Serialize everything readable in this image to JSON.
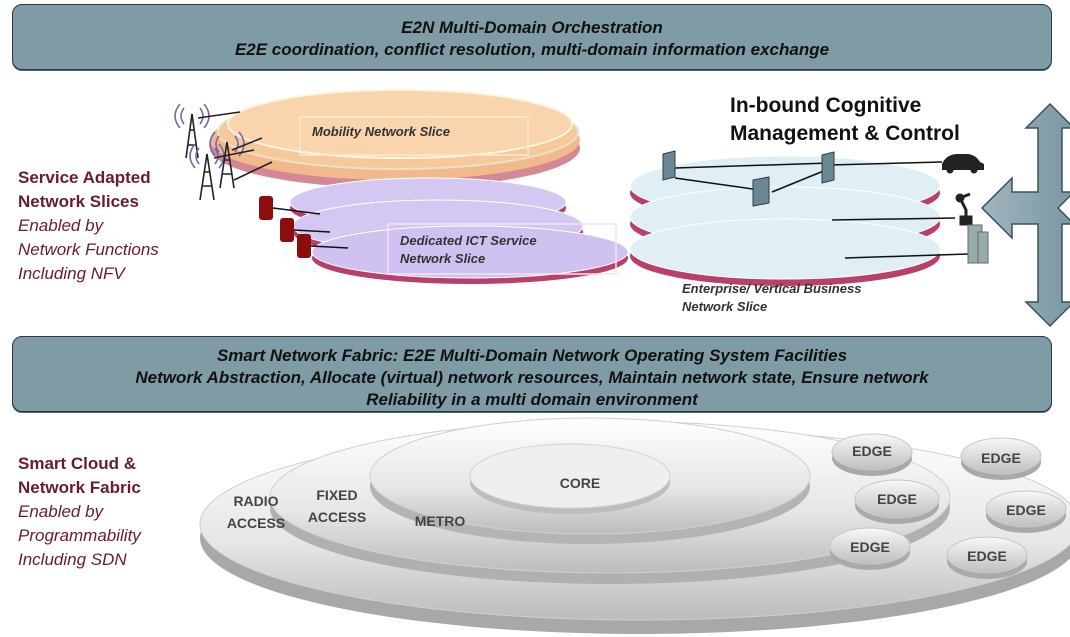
{
  "top_banner": {
    "line1": "E2N Multi-Domain Orchestration",
    "line2": "E2E coordination, conflict resolution, multi-domain information exchange"
  },
  "slices_side": {
    "heading1": "Service Adapted",
    "heading2": "Network Slices",
    "sub1": "Enabled by",
    "sub2": "Network Functions",
    "sub3": "Including  NFV"
  },
  "mobility_slice": "Mobility Network Slice",
  "ict_slice": {
    "line1": "Dedicated ICT Service",
    "line2": "Network Slice"
  },
  "cognitive": {
    "line1": "In-bound Cognitive",
    "line2": "Management & Control"
  },
  "enterprise_slice": {
    "line1": "Enterprise/ Vertical Business",
    "line2": "Network Slice"
  },
  "mid_banner": {
    "line1": "Smart Network Fabric: E2E Multi-Domain Network Operating System Facilities",
    "line2": "Network Abstraction, Allocate (virtual) network resources, Maintain network state, Ensure network",
    "line3": "Reliability in a multi domain environment"
  },
  "cloud_side": {
    "heading1": "Smart Cloud &",
    "heading2": "Network Fabric",
    "sub1": "Enabled by",
    "sub2": "Programmability",
    "sub3": "Including SDN"
  },
  "rings": {
    "radio1": "RADIO",
    "radio2": "ACCESS",
    "fixed1": "FIXED",
    "fixed2": "ACCESS",
    "metro": "METRO",
    "core": "CORE"
  },
  "edges": [
    "EDGE",
    "EDGE",
    "EDGE",
    "EDGE",
    "EDGE",
    "EDGE"
  ],
  "colors": {
    "banner": "#7f9ba6",
    "heading_text": "#6b1c2a",
    "mobility_slice": "#f7c89a",
    "ict_slice": "#d7ccf2",
    "enterprise_slice": "#dfeff4",
    "slice_rim": "#c0506f"
  }
}
